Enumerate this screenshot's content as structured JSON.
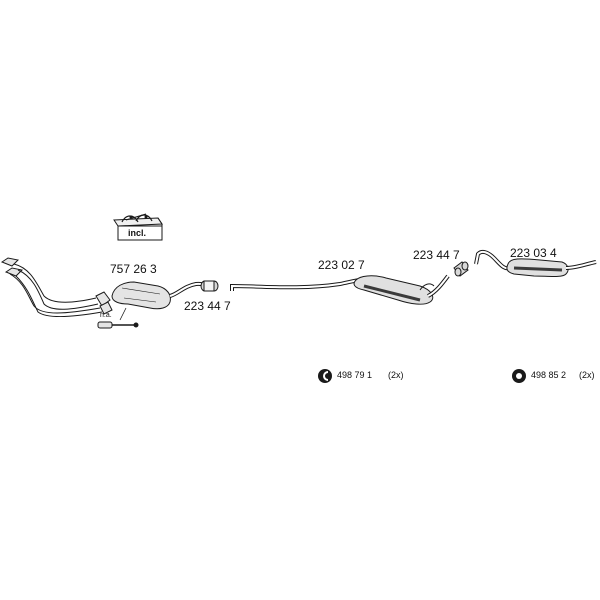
{
  "colors": {
    "line": "#1a1a1a",
    "fill": "#ffffff",
    "shade": "#d8d8d8",
    "dark": "#3a3a3a"
  },
  "kit_box": {
    "label": "incl.",
    "icon": "clamp-kit-icon"
  },
  "parts": [
    {
      "id": "catalytic-converter",
      "number": "757 26 3"
    },
    {
      "id": "clamp-front",
      "number": "223 44 7"
    },
    {
      "id": "middle-silencer",
      "number": "223 02 7"
    },
    {
      "id": "clamp-rear",
      "number": "223 44 7"
    },
    {
      "id": "rear-silencer",
      "number": "223 03 4"
    }
  ],
  "sensor_note": "n.a.",
  "mounts": [
    {
      "number": "498 79 1",
      "qty": "(2x)",
      "icon": "c-ring-mount-icon"
    },
    {
      "number": "498 85 2",
      "qty": "(2x)",
      "icon": "o-ring-mount-icon"
    }
  ]
}
